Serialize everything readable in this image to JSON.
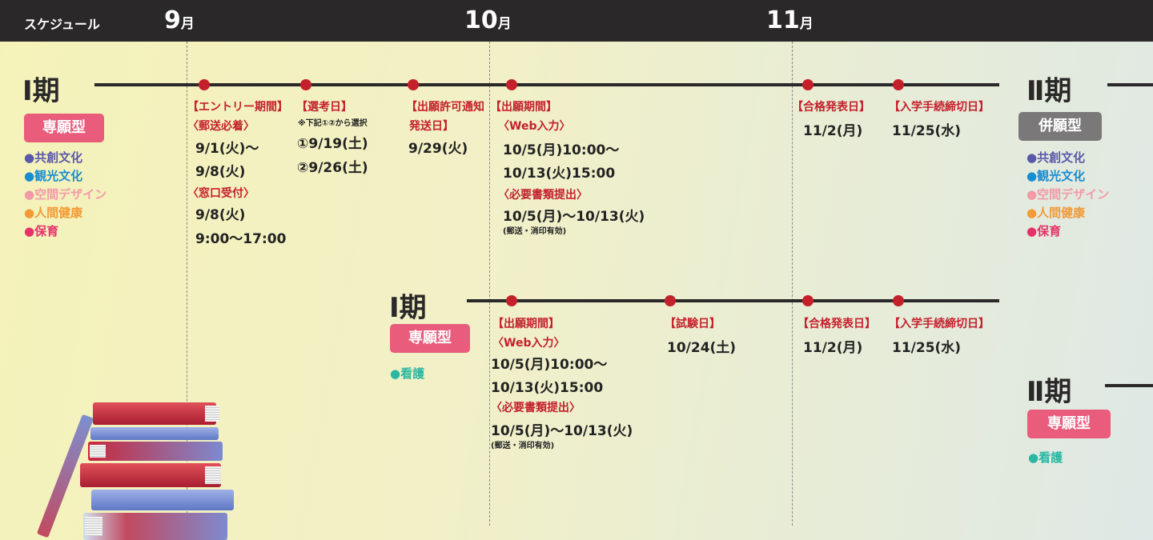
{
  "header": {
    "title": "スケジュール",
    "months": [
      {
        "num": "9",
        "unit": "月"
      },
      {
        "num": "10",
        "unit": "月"
      },
      {
        "num": "11",
        "unit": "月"
      }
    ]
  },
  "colors": {
    "header_bg": "#2a2828",
    "accent_red": "#c4202c",
    "badge_pink": "#e95c7c",
    "badge_gray": "#7a7878",
    "dept_purple": "#5a58a8",
    "dept_blue": "#1a8cd0",
    "dept_light_pink": "#f29aa8",
    "dept_orange": "#f29a36",
    "dept_magenta": "#e5336a",
    "dept_teal": "#2ab8a4"
  },
  "row1": {
    "phase": "Ⅰ期",
    "badge": "専願型",
    "depts": [
      "●共創文化",
      "●観光文化",
      "●空間デザイン",
      "●人間健康",
      "●保育"
    ],
    "entry": {
      "h1": "【エントリー期間】",
      "s1": "〈郵送必着〉",
      "v1": "9/1(火)〜",
      "v2": "9/8(火)",
      "s2": "〈窓口受付〉",
      "v3": "9/8(火)",
      "v4": "9:00〜17:00"
    },
    "select": {
      "h": "【選考日】",
      "note": "※下記①②から選択",
      "v1": "①9/19(土)",
      "v2": "②9/26(土)"
    },
    "permit": {
      "h1": "【出願許可通知",
      "h2": "発送日】",
      "v": "9/29(火)"
    },
    "apply": {
      "h": "【出願期間】",
      "s1": "〈Web入力〉",
      "v1": "10/5(月)10:00〜",
      "v2": "10/13(火)15:00",
      "s2": "〈必要書類提出〉",
      "v3": "10/5(月)〜10/13(火)",
      "note": "(郵送・消印有効)"
    },
    "result": {
      "h": "【合格発表日】",
      "v": "11/2(月)"
    },
    "deadline": {
      "h": "【入学手続締切日】",
      "v": "11/25(水)"
    }
  },
  "row2": {
    "phase": "Ⅰ期",
    "badge": "専願型",
    "depts": [
      "●看護"
    ],
    "apply": {
      "h": "【出願期間】",
      "s1": "〈Web入力〉",
      "v1": "10/5(月)10:00〜",
      "v2": "10/13(火)15:00",
      "s2": "〈必要書類提出〉",
      "v3": "10/5(月)〜10/13(火)",
      "note": "(郵送・消印有効)"
    },
    "exam": {
      "h": "【試験日】",
      "v": "10/24(土)"
    },
    "result": {
      "h": "【合格発表日】",
      "v": "11/2(月)"
    },
    "deadline": {
      "h": "【入学手続締切日】",
      "v": "11/25(水)"
    }
  },
  "side1": {
    "phase": "Ⅱ期",
    "badge": "併願型",
    "depts": [
      "●共創文化",
      "●観光文化",
      "●空間デザイン",
      "●人間健康",
      "●保育"
    ]
  },
  "side2": {
    "phase": "Ⅱ期",
    "badge": "専願型",
    "depts": [
      "●看護"
    ]
  }
}
